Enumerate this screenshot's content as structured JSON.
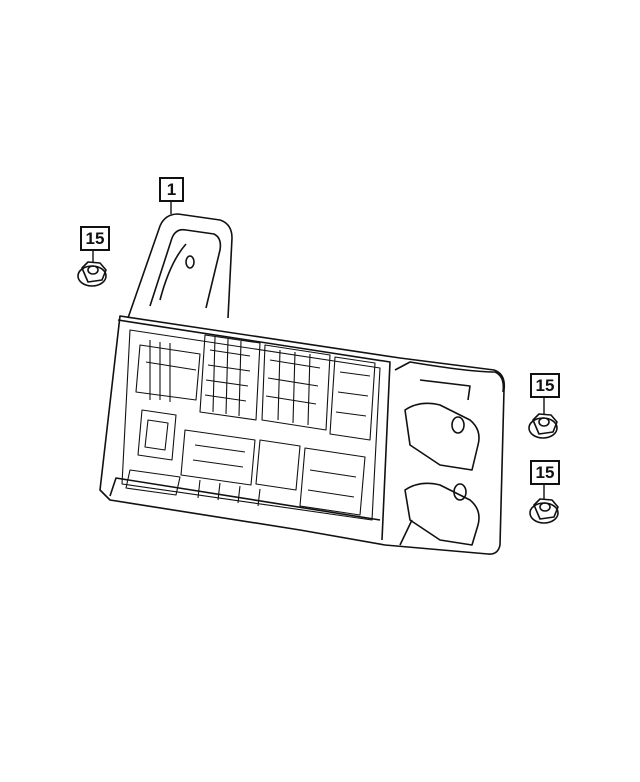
{
  "callouts": [
    {
      "id": "callout-1",
      "label": "1"
    },
    {
      "id": "callout-15-left",
      "label": "15"
    },
    {
      "id": "callout-15-right-upper",
      "label": "15"
    },
    {
      "id": "callout-15-right-lower",
      "label": "15"
    }
  ],
  "parts": {
    "fuse_box": "fuse-box-assembly",
    "nut": "flange-nut"
  },
  "colors": {
    "line": "#111111",
    "background": "#ffffff"
  }
}
